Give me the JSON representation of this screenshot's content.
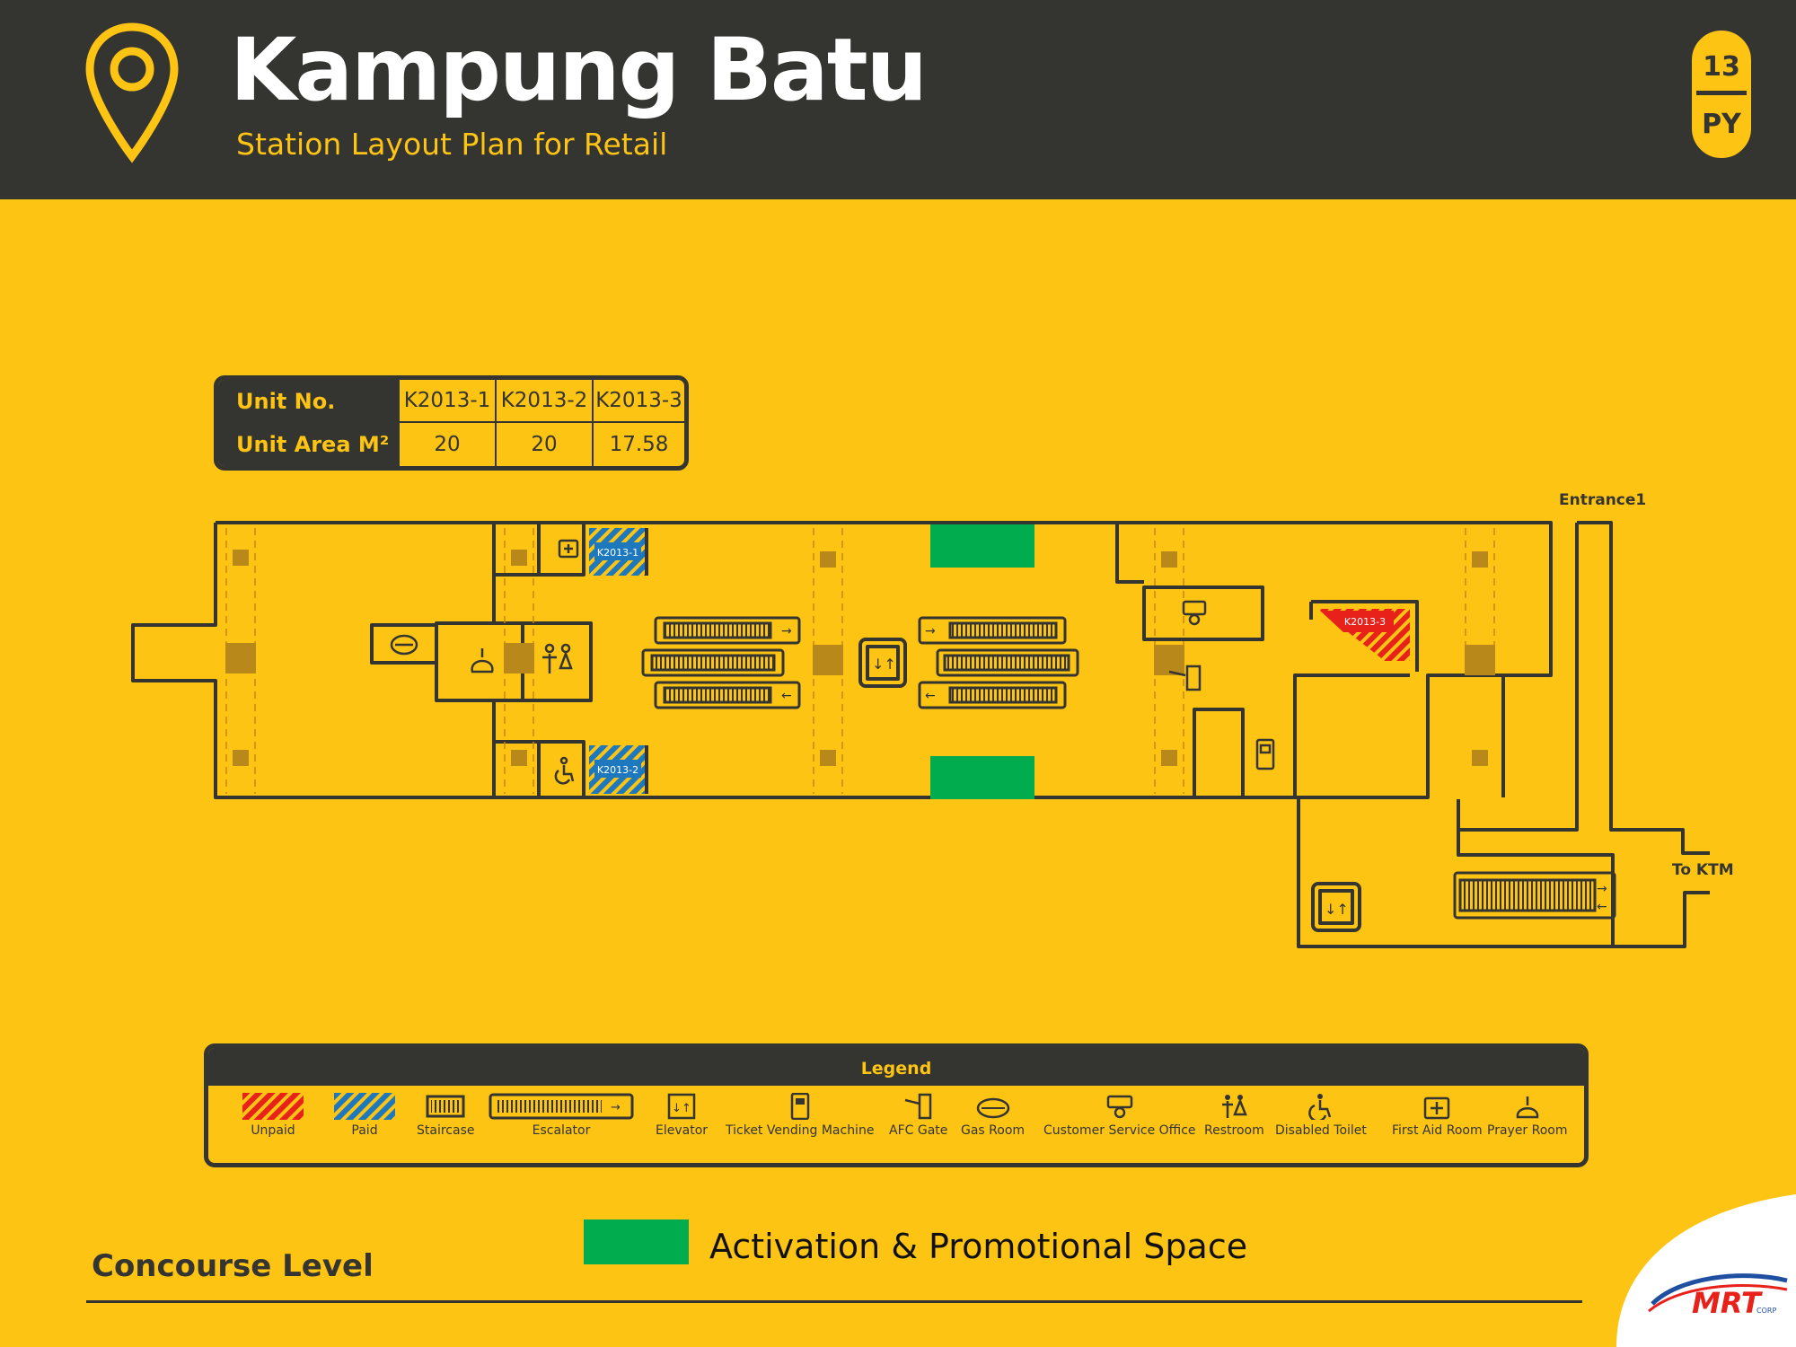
{
  "header": {
    "title": "Kampung Batu",
    "subtitle": "Station Layout Plan for Retail",
    "station_number": "13",
    "line_code": "PY",
    "accent": "#FDC414",
    "background": "#343431"
  },
  "unit_table": {
    "row1_label": "Unit No.",
    "row2_label": "Unit Area M²",
    "units": [
      {
        "no": "K2013-1",
        "area": "20"
      },
      {
        "no": "K2013-2",
        "area": "20"
      },
      {
        "no": "K2013-3",
        "area": "17.58"
      }
    ]
  },
  "map": {
    "labels": {
      "entrance": "Entrance1",
      "to_ktm": "To KTM",
      "unit1": "K2013-1",
      "unit2": "K2013-2",
      "unit3": "K2013-3"
    },
    "colors": {
      "unpaid": "#E8211B",
      "paid": "#1E78BE",
      "promo": "#00AC4E",
      "wall": "#343431"
    }
  },
  "legend": {
    "title": "Legend",
    "items": [
      {
        "icon": "unpaid-swatch",
        "label": "Unpaid"
      },
      {
        "icon": "paid-swatch",
        "label": "Paid"
      },
      {
        "icon": "staircase-icon",
        "label": "Staircase"
      },
      {
        "icon": "escalator-icon",
        "label": "Escalator"
      },
      {
        "icon": "elevator-icon",
        "label": "Elevator"
      },
      {
        "icon": "ticket-vending-machine-icon",
        "label": "Ticket Vending Machine"
      },
      {
        "icon": "afc-gate-icon",
        "label": "AFC Gate"
      },
      {
        "icon": "gas-room-icon",
        "label": "Gas Room"
      },
      {
        "icon": "customer-service-office-icon",
        "label": "Customer Service Office"
      },
      {
        "icon": "restroom-icon",
        "label": "Restroom"
      },
      {
        "icon": "disabled-toilet-icon",
        "label": "Disabled Toilet"
      },
      {
        "icon": "first-aid-room-icon",
        "label": "First Aid Room"
      },
      {
        "icon": "prayer-room-icon",
        "label": "Prayer Room"
      }
    ]
  },
  "promo": {
    "label": "Activation & Promotional Space"
  },
  "footer": {
    "level": "Concourse Level",
    "logo_text": "MRT",
    "logo_sub": "CORP"
  }
}
